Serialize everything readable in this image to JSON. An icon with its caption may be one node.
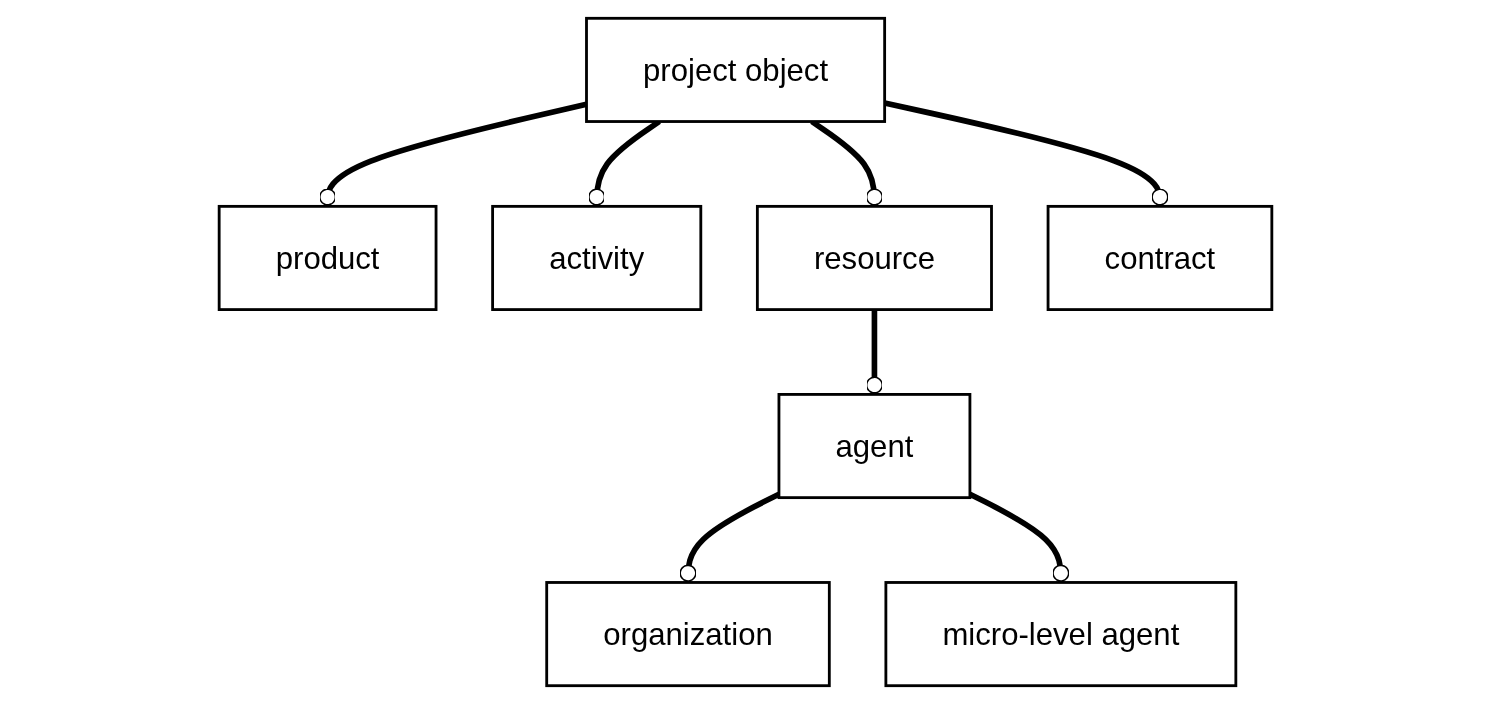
{
  "diagram": {
    "nodes": [
      {
        "text": [
          "project object"
        ]
      },
      {
        "text": [
          "product"
        ]
      },
      {
        "text": [
          "activity"
        ]
      },
      {
        "text": [
          "resource"
        ]
      },
      {
        "text": [
          "contract"
        ]
      },
      {
        "text": [
          "agent"
        ]
      },
      {
        "text": [
          "organization"
        ]
      },
      {
        "text": [
          "micro-level agent"
        ]
      }
    ],
    "edges": [
      {
        "from": 0,
        "to": 1,
        "arrow": "other"
      },
      {
        "from": 0,
        "to": 2,
        "arrow": "other"
      },
      {
        "from": 0,
        "to": 3,
        "arrow": "other"
      },
      {
        "from": 0,
        "to": 4,
        "arrow": "other"
      },
      {
        "from": 3,
        "to": 5,
        "arrow": "other"
      },
      {
        "from": 5,
        "to": 6,
        "arrow": "other"
      },
      {
        "from": 5,
        "to": 7,
        "arrow": "other"
      }
    ]
  }
}
